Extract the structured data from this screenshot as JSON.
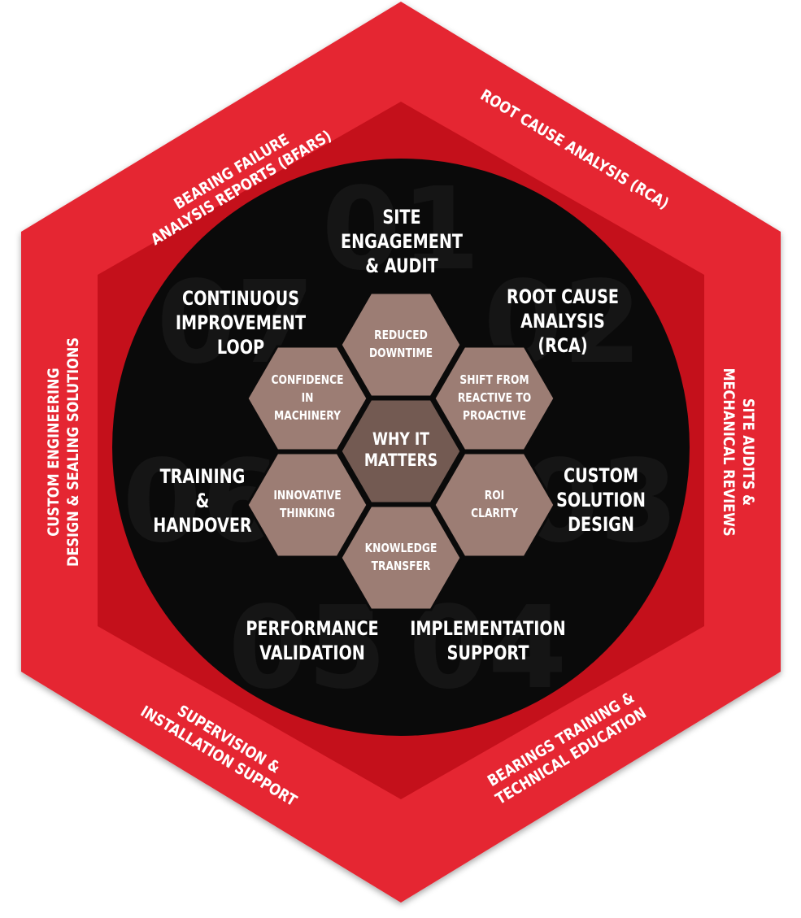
{
  "colors": {
    "outer_hex": "#e52530",
    "inner_hex": "#c4101b",
    "circle": "#0a0a0a",
    "petal_hex": "#9c7d74",
    "center_hex": "#735a52",
    "text": "#ffffff"
  },
  "outer_ring": {
    "top_left": [
      "BEARING FAILURE",
      "ANALYSIS REPORTS (BFARS)"
    ],
    "top_right": [
      "ROOT CAUSE ANALYSIS (RCA)"
    ],
    "right": [
      "SITE AUDITS &",
      "MECHANICAL REVIEWS"
    ],
    "bottom_right": [
      "BEARINGS TRAINING &",
      "TECHNICAL EDUCATION"
    ],
    "bottom_left": [
      "SUPERVISION &",
      "INSTALLATION SUPPORT"
    ],
    "left": [
      "CUSTOM ENGINEERING",
      "DESIGN & SEALING SOLUTIONS"
    ]
  },
  "steps": [
    {
      "num": "01",
      "lines": [
        "SITE",
        "ENGAGEMENT",
        "& AUDIT"
      ]
    },
    {
      "num": "02",
      "lines": [
        "ROOT CAUSE",
        "ANALYSIS",
        "(RCA)"
      ]
    },
    {
      "num": "03",
      "lines": [
        "CUSTOM",
        "SOLUTION",
        "DESIGN"
      ]
    },
    {
      "num": "04",
      "lines": [
        "IMPLEMENTATION",
        "SUPPORT"
      ]
    },
    {
      "num": "05",
      "lines": [
        "PERFORMANCE",
        "VALIDATION"
      ]
    },
    {
      "num": "06",
      "lines": [
        "TRAINING",
        "&",
        "HANDOVER"
      ]
    },
    {
      "num": "07",
      "lines": [
        "CONTINUOUS",
        "IMPROVEMENT",
        "LOOP"
      ]
    }
  ],
  "center": [
    "WHY IT",
    "MATTERS"
  ],
  "benefits": [
    {
      "lines": [
        "REDUCED",
        "DOWNTIME"
      ]
    },
    {
      "lines": [
        "SHIFT FROM",
        "REACTIVE TO",
        "PROACTIVE"
      ]
    },
    {
      "lines": [
        "ROI",
        "CLARITY"
      ]
    },
    {
      "lines": [
        "KNOWLEDGE",
        "TRANSFER"
      ]
    },
    {
      "lines": [
        "INNOVATIVE",
        "THINKING"
      ]
    },
    {
      "lines": [
        "CONFIDENCE",
        "IN",
        "MACHINERY"
      ]
    }
  ]
}
